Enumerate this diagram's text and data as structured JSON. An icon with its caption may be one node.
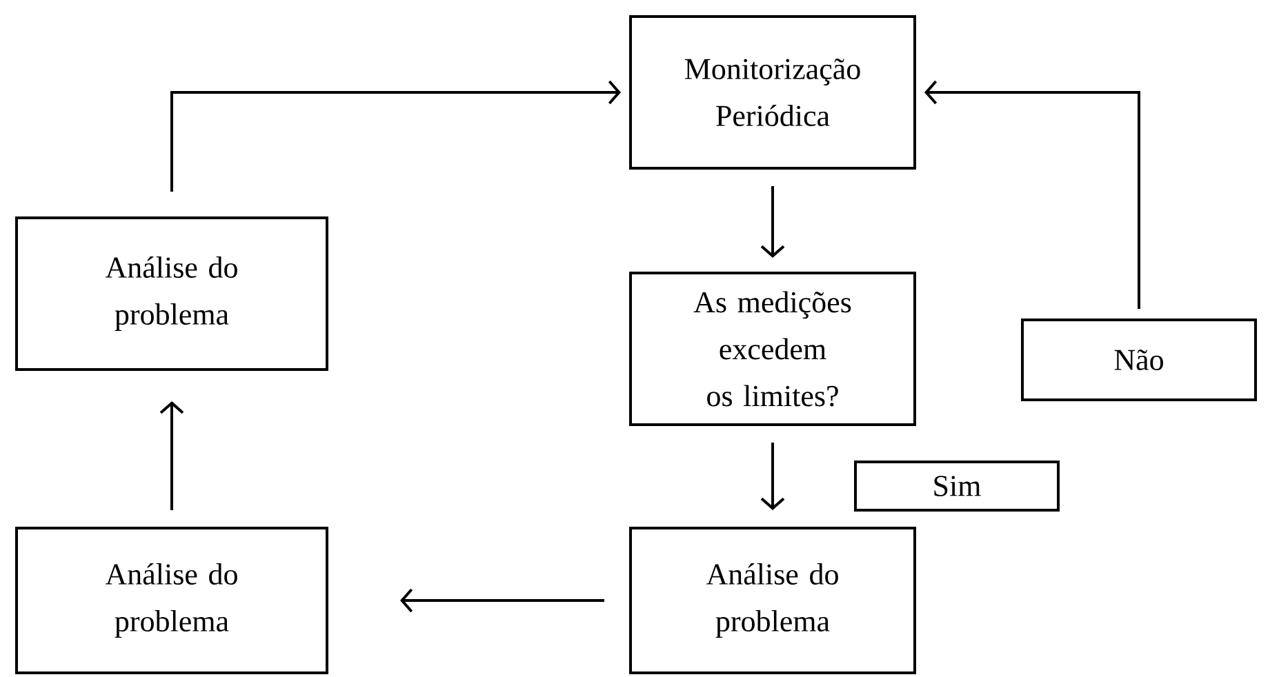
{
  "diagram": {
    "nodes": [
      {
        "text": [
          "Monitorização Periódica"
        ]
      },
      {
        "text": [
          "Análise do problema"
        ]
      },
      {
        "text": [
          "As medições excedem os limites?"
        ]
      },
      {
        "text": [
          "Não"
        ]
      },
      {
        "text": [
          "Sim"
        ]
      },
      {
        "text": [
          "Análise do problema"
        ]
      },
      {
        "text": [
          "Análise do problema"
        ]
      }
    ],
    "edges": [
      {
        "from": 1,
        "to": 0,
        "arrow": "to"
      },
      {
        "from": 0,
        "to": 2,
        "arrow": "to"
      },
      {
        "from": 3,
        "to": 0,
        "arrow": "to"
      },
      {
        "from": 2,
        "to": 6,
        "arrow": "to"
      },
      {
        "from": 6,
        "to": 5,
        "arrow": "to"
      },
      {
        "from": 5,
        "to": 1,
        "arrow": "to"
      }
    ]
  }
}
